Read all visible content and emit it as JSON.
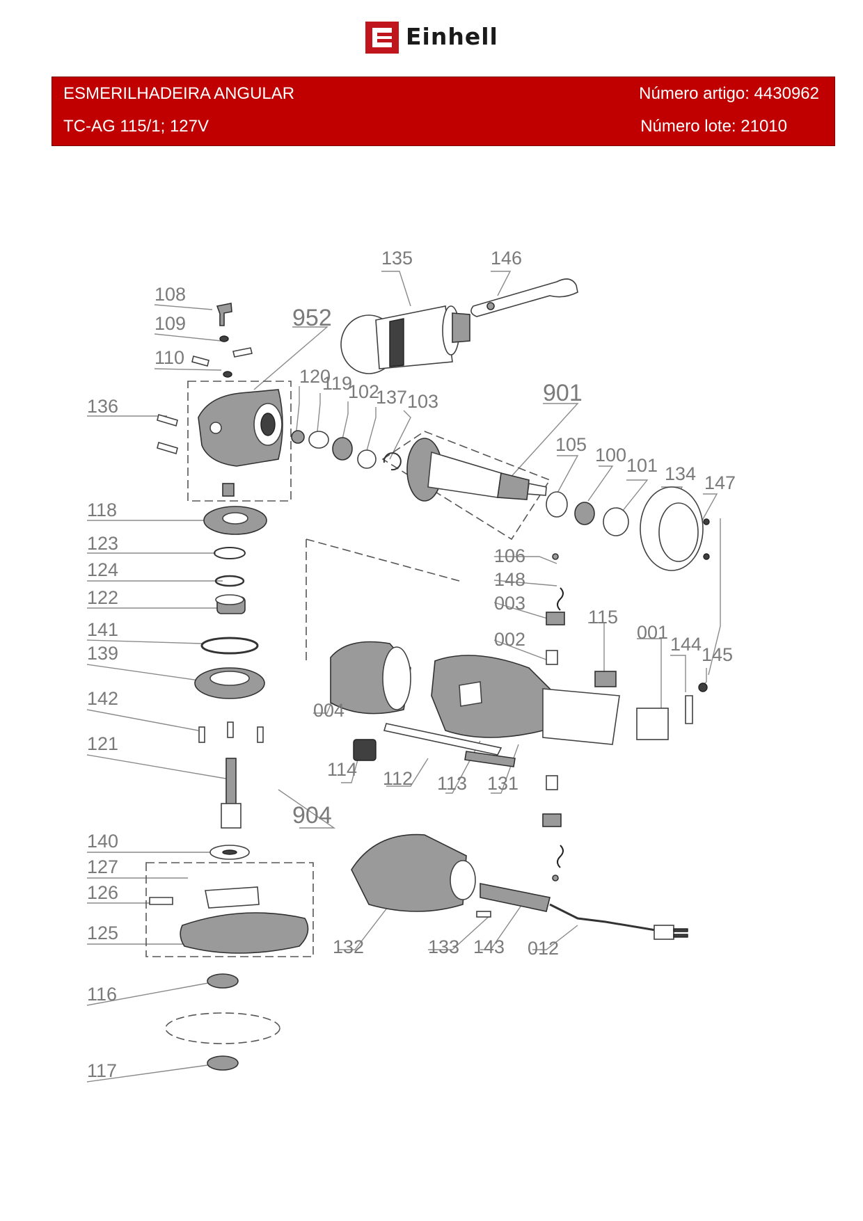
{
  "brand": {
    "name": "Einhell",
    "color": "#c0151c"
  },
  "header": {
    "title": "ESMERILHADEIRA ANGULAR",
    "model": "TC-AG 115/1; 127V",
    "article_label": "Número artigo: 4430962",
    "lot_label": "Número lote: 21010",
    "background": "#c00000"
  },
  "parts": {
    "p001": "001",
    "p002": "002",
    "p003": "003",
    "p004": "004",
    "p012": "012",
    "p100": "100",
    "p101": "101",
    "p102": "102",
    "p103": "103",
    "p105": "105",
    "p106": "106",
    "p108": "108",
    "p109": "109",
    "p110": "110",
    "p112": "112",
    "p113": "113",
    "p114": "114",
    "p115": "115",
    "p116": "116",
    "p117": "117",
    "p118": "118",
    "p119": "119",
    "p120": "120",
    "p121": "121",
    "p122": "122",
    "p123": "123",
    "p124": "124",
    "p125": "125",
    "p126": "126",
    "p127": "127",
    "p131": "131",
    "p132": "132",
    "p133": "133",
    "p134": "134",
    "p135": "135",
    "p136": "136",
    "p137": "137",
    "p139": "139",
    "p140": "140",
    "p141": "141",
    "p142": "142",
    "p143": "143",
    "p144": "144",
    "p145": "145",
    "p146": "146",
    "p147": "147",
    "p148": "148",
    "p901": "901",
    "p904": "904",
    "p952": "952"
  }
}
